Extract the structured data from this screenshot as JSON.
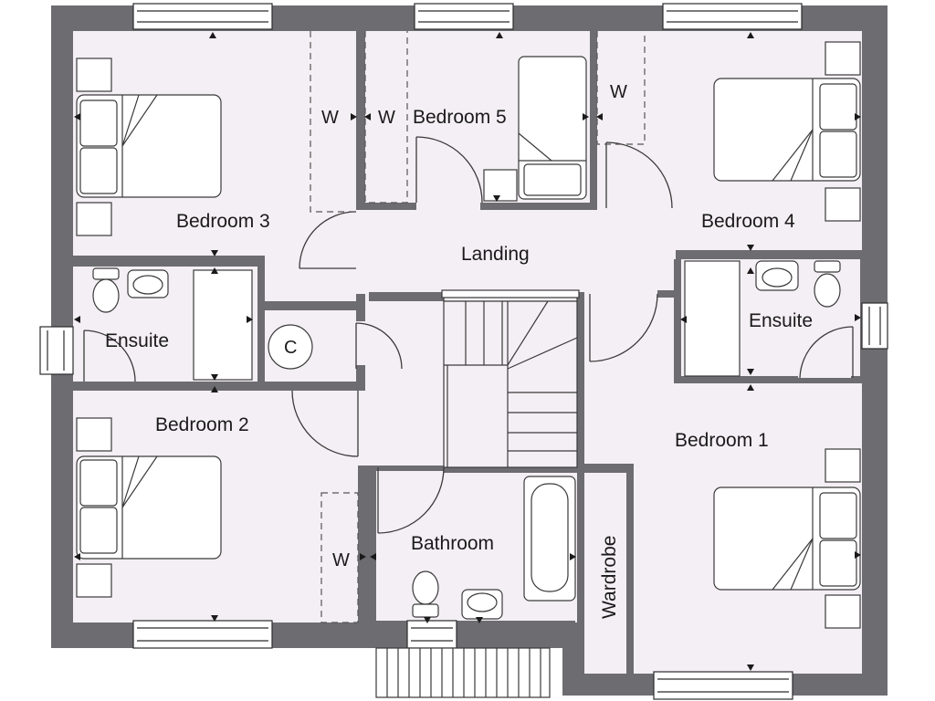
{
  "rooms": {
    "bedroom_3": "Bedroom 3",
    "bedroom_5": "Bedroom 5",
    "bedroom_4": "Bedroom 4",
    "bedroom_2": "Bedroom 2",
    "bedroom_1": "Bedroom 1",
    "landing": "Landing",
    "ensuite_left": "Ensuite",
    "ensuite_right": "Ensuite",
    "bathroom": "Bathroom",
    "wardrobe": "Wardrobe"
  },
  "wardrobe_marks": [
    "W",
    "W",
    "W",
    "W"
  ],
  "cupboard_mark": "C",
  "colors": {
    "wall": "#6d6c71",
    "floor": "#f4eff4",
    "fixture_stroke": "#3a3a3a",
    "fixture_fill": "#ffffff",
    "outline": "#2b2b2b"
  }
}
